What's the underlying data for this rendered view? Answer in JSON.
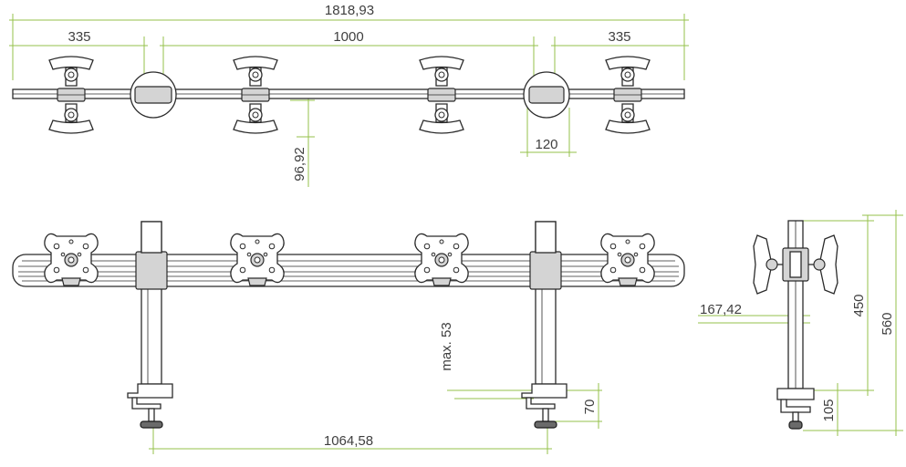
{
  "diagram": {
    "line_color": "#96c24b",
    "part_color": "#2b2b2b",
    "text_color": "#3f3f3f",
    "dimensions": {
      "overall_width": "1818,93",
      "arm_left": "335",
      "center_span": "1000",
      "arm_right": "335",
      "clamp_diameter": "120",
      "top_depth": "96,92",
      "post_spacing": "1064,58",
      "max_desk": "max. 53",
      "clamp_height": "70",
      "side_offset": "167,42",
      "height_450": "450",
      "height_560": "560",
      "base_105": "105"
    }
  }
}
